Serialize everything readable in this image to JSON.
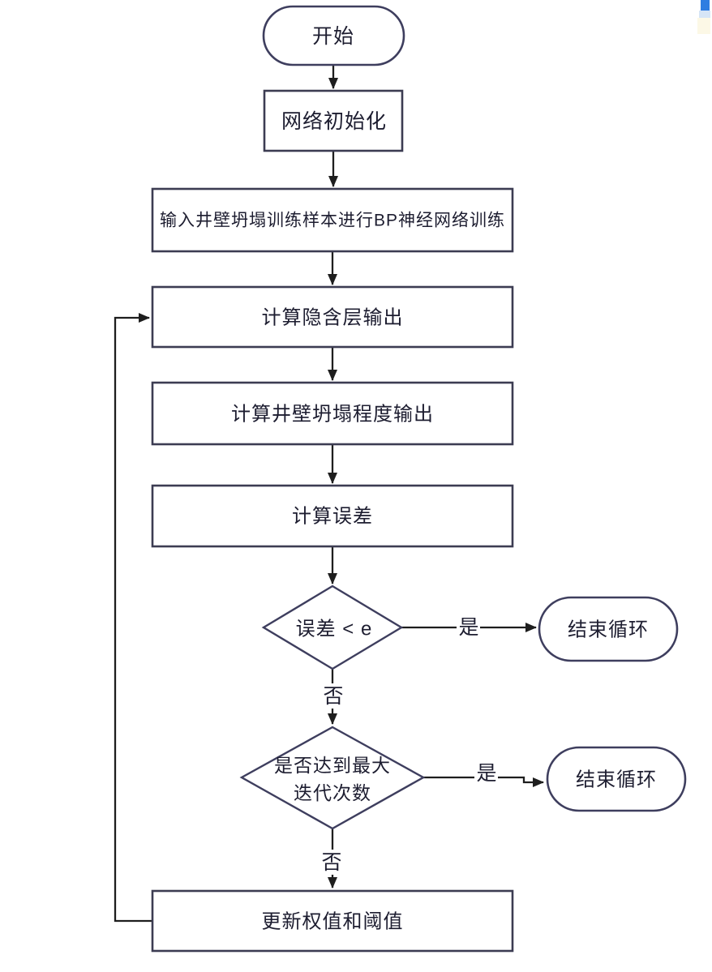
{
  "page": {
    "background": "#ffffff",
    "type": "flowchart-figure"
  },
  "colors": {
    "node_border": "#3c3c52",
    "terminator_border": "#3e3e5e",
    "edge": "#1e1e1e",
    "text": "#1d1d30",
    "scan_artifact_blue": "#2f7de1",
    "scan_artifact_yellow": "#faf3d2"
  },
  "nodes": {
    "start": {
      "label": "开始"
    },
    "init": {
      "label": "网络初始化"
    },
    "input_training": {
      "label": "输入井壁坍塌训练样本进行BP神经网络训练"
    },
    "hidden_output": {
      "label": "计算隐含层输出"
    },
    "collapse_output": {
      "label": "计算井壁坍塌程度输出"
    },
    "compute_error": {
      "label": "计算误差"
    },
    "decision_error": {
      "label": "误差 < e"
    },
    "end_loop_1": {
      "label": "结束循环"
    },
    "decision_max_iter": {
      "line1": "是否达到最大",
      "line2": "迭代次数"
    },
    "end_loop_2": {
      "label": "结束循环"
    },
    "update_weights": {
      "label": "更新权值和阈值"
    }
  },
  "edge_labels": {
    "error_yes": "是",
    "error_no": "否",
    "max_iter_yes": "是",
    "max_iter_no": "否"
  }
}
